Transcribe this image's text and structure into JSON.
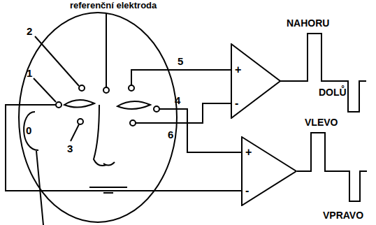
{
  "diagram": {
    "nodes": [
      {
        "text": [
          "+",
          "-"
        ]
      },
      {
        "text": [
          "+",
          "-"
        ]
      }
    ],
    "labels": [
      "referenční elektroda",
      "2",
      "1",
      "0",
      "3",
      "5",
      "4",
      "6",
      "NAHORU",
      "DOLŮ",
      "VLEVO",
      "VPRAVO"
    ]
  }
}
